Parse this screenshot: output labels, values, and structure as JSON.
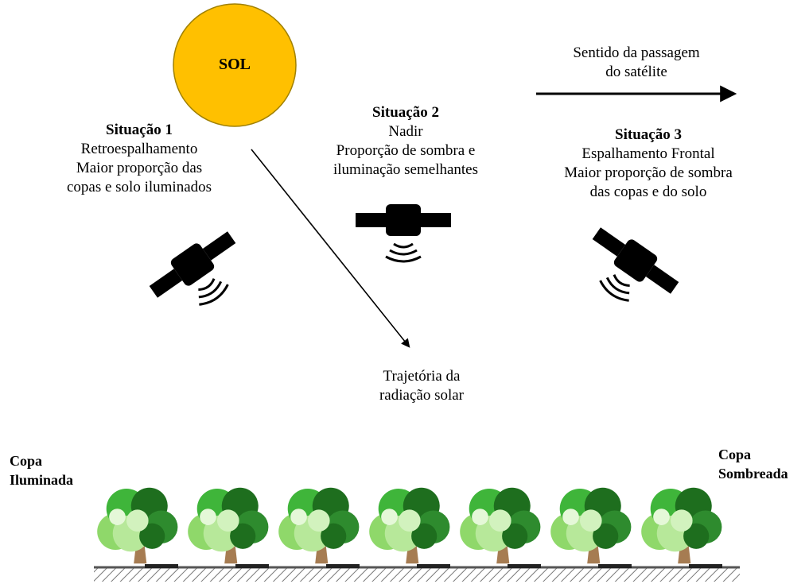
{
  "sun": {
    "label": "SOL",
    "color": "#FFC000",
    "stroke": "#A08000"
  },
  "situations": [
    {
      "title": "Situação 1",
      "lines": [
        "Retroespalhamento",
        "Maior proporção das",
        "copas e solo iluminados"
      ]
    },
    {
      "title": "Situação 2",
      "lines": [
        "Nadir",
        "Proporção de sombra e",
        "iluminação semelhantes"
      ]
    },
    {
      "title": "Situação 3",
      "lines": [
        "Espalhamento Frontal",
        "Maior proporção  de sombra",
        "das copas e do solo"
      ]
    }
  ],
  "direction": {
    "lines": [
      "Sentido da passagem",
      "do satélite"
    ]
  },
  "radiation": {
    "lines": [
      "Trajetória da",
      "radiação solar"
    ]
  },
  "canopy_lit": {
    "lines": [
      "Copa",
      "Iluminada"
    ]
  },
  "canopy_shaded": {
    "lines": [
      "Copa",
      "Sombreada"
    ]
  },
  "tree_count": 7,
  "colors": {
    "light_green": "#8FD86A",
    "mid_green": "#3FB53A",
    "dark_green": "#1E6E1E",
    "trunk": "#A67C52",
    "ground": "#555555"
  },
  "icons": {
    "satellite": "satellite-icon",
    "tree": "tree-icon",
    "sun": "sun-icon"
  }
}
